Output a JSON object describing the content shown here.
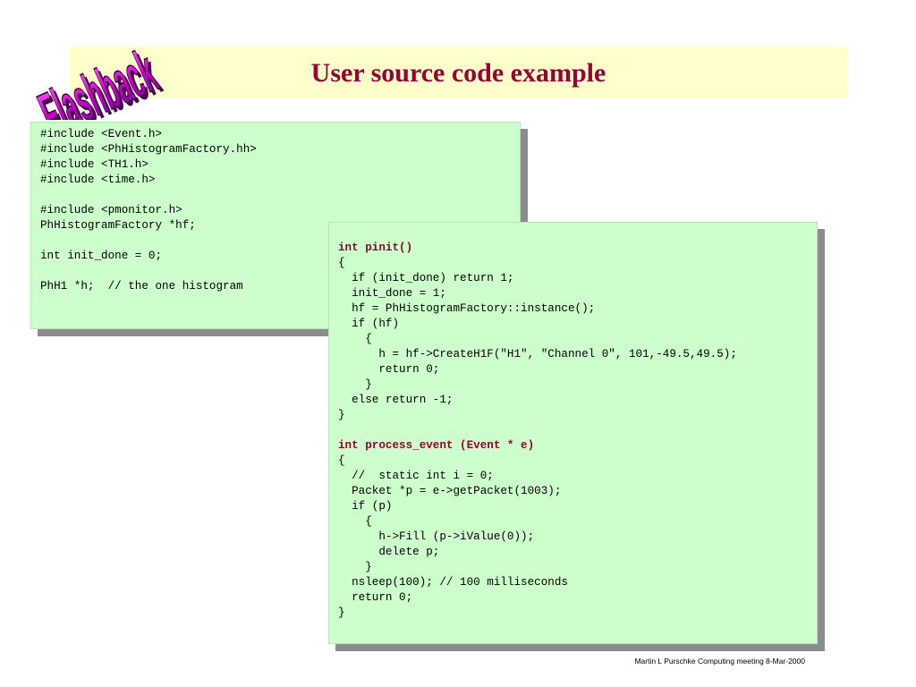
{
  "slide": {
    "title": "User source code example",
    "stamp": "Flashback",
    "footer": "Martin L Purschke Computing meeting 8-Mar-2000"
  },
  "code_box_1": {
    "lines": [
      "#include <Event.h>",
      "#include <PhHistogramFactory.hh>",
      "#include <TH1.h>",
      "#include <time.h>",
      "",
      "#include <pmonitor.h>",
      "PhHistogramFactory *hf;",
      "",
      "int init_done = 0;",
      "",
      "PhH1 *h;  // the one histogram"
    ]
  },
  "code_box_2": {
    "pinit_header": "int pinit()",
    "pinit_body": "{\n  if (init_done) return 1;\n  init_done = 1;\n  hf = PhHistogramFactory::instance();\n  if (hf)\n    {\n      h = hf->CreateH1F(\"H1\", \"Channel 0\", 101,-49.5,49.5);\n      return 0;\n    }\n  else return -1;\n}\n",
    "process_header": "int process_event (Event * e)",
    "process_body": "{\n  //  static int i = 0;\n  Packet *p = e->getPacket(1003);\n  if (p)\n    {\n      h->Fill (p->iValue(0));\n      delete p;\n    }\n  nsleep(100); // 100 milliseconds\n  return 0;\n}"
  }
}
